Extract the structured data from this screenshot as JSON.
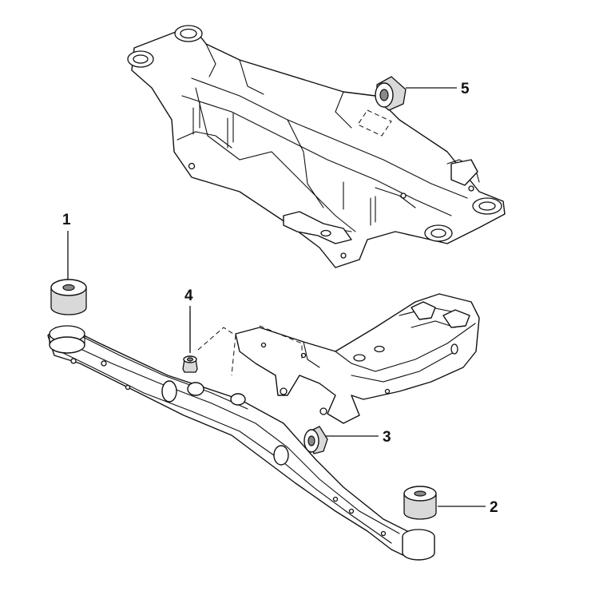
{
  "callouts": [
    {
      "id": "1",
      "label": "1"
    },
    {
      "id": "2",
      "label": "2"
    },
    {
      "id": "3",
      "label": "3"
    },
    {
      "id": "4",
      "label": "4"
    },
    {
      "id": "5",
      "label": "5"
    }
  ],
  "colors": {
    "line": "#111111",
    "background": "#ffffff",
    "bushing_fill": "#d9d9d9"
  }
}
